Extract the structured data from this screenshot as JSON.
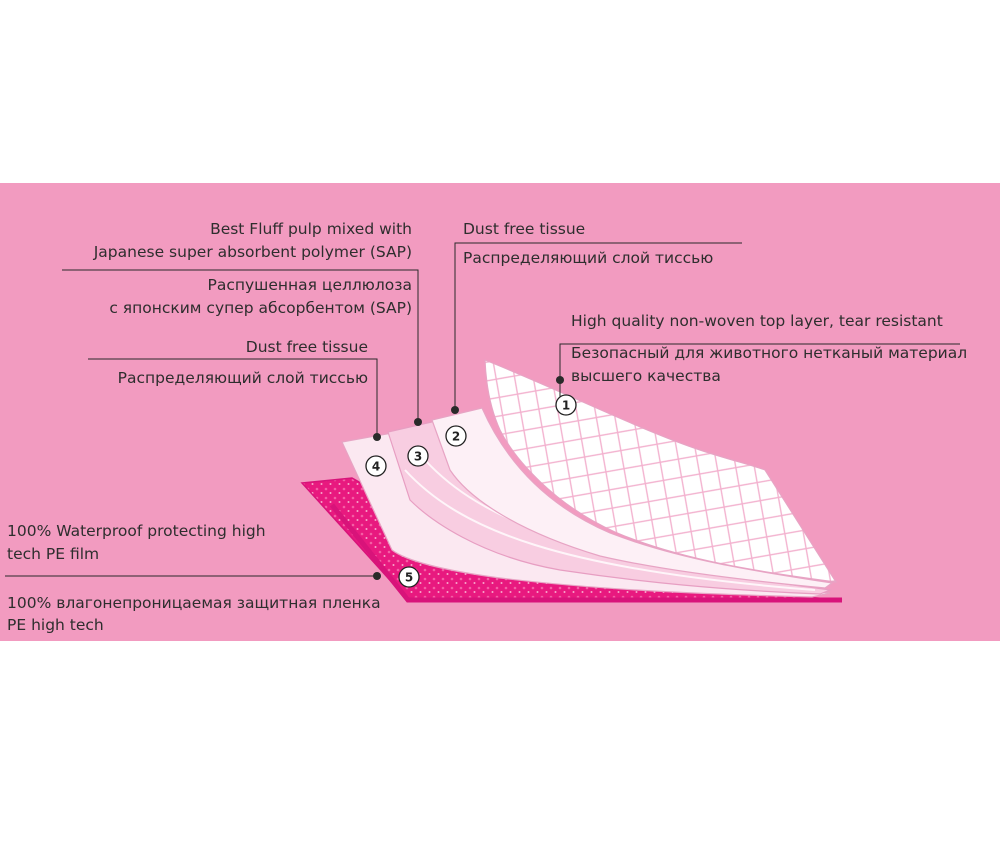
{
  "layers": [
    {
      "number": "1",
      "label_en": "High quality non-woven top layer, tear resistant",
      "label_ru": [
        "Безопасный для животного нетканый материал",
        "высшего качества"
      ]
    },
    {
      "number": "2",
      "label_en": "Dust free tissue",
      "label_ru": [
        "Распределяющий слой тиссью"
      ]
    },
    {
      "number": "3",
      "label_en": [
        "Best Fluff pulp mixed with",
        "Japanese super absorbent polymer (SAP)"
      ],
      "label_ru": [
        "Распушенная целлюлоза",
        "с японским супер абсорбентом (SAP)"
      ]
    },
    {
      "number": "4",
      "label_en": "Dust free tissue",
      "label_ru": [
        "Распределяющий слой тиссью"
      ]
    },
    {
      "number": "5",
      "label_en": [
        "100% Waterproof protecting high",
        "tech PE film"
      ],
      "label_ru": [
        "100% влагонепроницаемая защитная пленка",
        "PE high tech"
      ]
    }
  ],
  "colors": {
    "background": "#f29bc0",
    "pe_film": "#e8197f",
    "tissue": "#fbe6ef",
    "fluff": "#f6c3da",
    "top_layer": "#ffffff",
    "leader_line": "#2a2a2a"
  }
}
